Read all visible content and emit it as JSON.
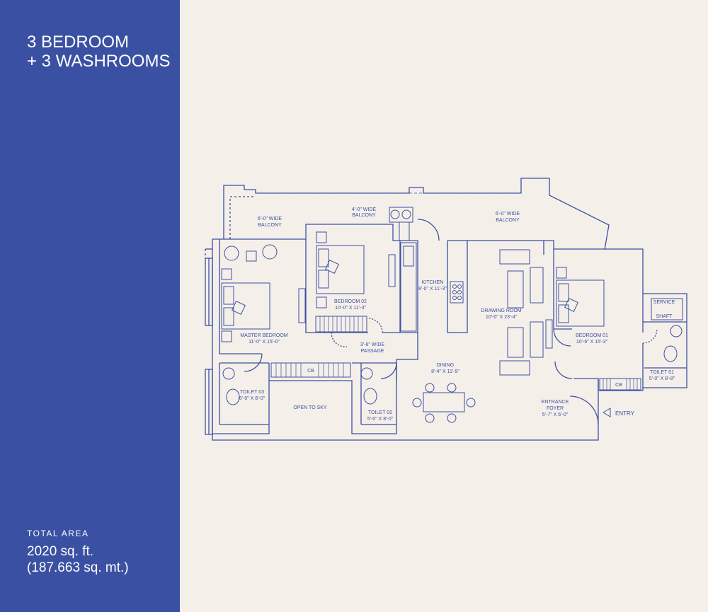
{
  "title": {
    "line1": "3 BEDROOM",
    "line2": "+ 3 WASHROOMS"
  },
  "total_area": {
    "label": "TOTAL AREA",
    "sqft": "2020 sq. ft.",
    "sqmt": "(187.663 sq. mt.)"
  },
  "plan": {
    "rooms": {
      "balcony_left": {
        "name": "6'-0\" WIDE",
        "dim": "BALCONY"
      },
      "balcony_mid": {
        "name": "4'-0\" WIDE",
        "dim": "BALCONY"
      },
      "balcony_right": {
        "name": "6'-0\" WIDE",
        "dim": "BALCONY"
      },
      "master_bedroom": {
        "name": "MASTER BEDROOM",
        "dim": "11'-0\" X 15'-0\""
      },
      "bedroom_02": {
        "name": "BEDROOM 02",
        "dim": "10'-0\" X 11'-3\""
      },
      "kitchen": {
        "name": "KITCHEN",
        "dim": "8'-0\" X 11'-3\""
      },
      "drawing_room": {
        "name": "DRAWING ROOM",
        "dim": "10'-0\" X 23'-4\""
      },
      "bedroom_01": {
        "name": "BEDROOM 01",
        "dim": "10'-6\" X 15'-3\""
      },
      "service": {
        "name": "SERVICE",
        "dim": "SHAFT"
      },
      "passage": {
        "name": "3'-6\" WIDE",
        "dim": "PASSAGE"
      },
      "dining": {
        "name": "DINING",
        "dim": "8'-4\" X 11'-9\""
      },
      "toilet_03": {
        "name": "TOILET 03",
        "dim": "6'-0\" X 8'-0\""
      },
      "open_to_sky": {
        "name": "OPEN TO SKY"
      },
      "toilet_02": {
        "name": "TOILET 02",
        "dim": "5'-0\" X 8'-0\""
      },
      "entrance_foyer": {
        "name": "ENTRANCE",
        "dim": "FOYER",
        "dim2": "5'-7\" X 6'-0\""
      },
      "toilet_01": {
        "name": "TOILET 01",
        "dim": "5'-0\" X 8'-8\""
      }
    },
    "cb_label": "CB",
    "entry_label": "ENTRY"
  },
  "colors": {
    "sidebar": "#3a51a3",
    "background": "#f5efe9",
    "line": "#3a51a3"
  }
}
